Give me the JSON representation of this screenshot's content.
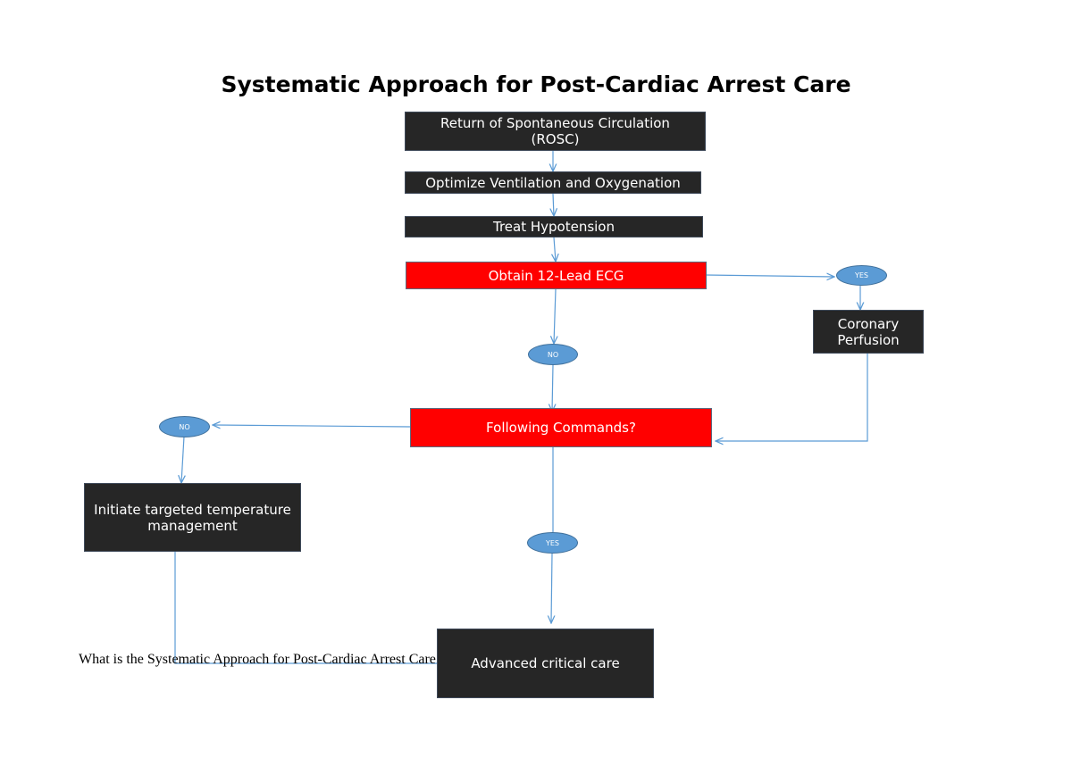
{
  "title": "Systematic Approach for Post-Cardiac Arrest Care",
  "caption": "What is the Systematic Approach for Post-Cardiac Arrest Care",
  "nodes": {
    "rosc_line1": "Return of Spontaneous Circulation",
    "rosc_line2": "(ROSC)",
    "ventilation": "Optimize Ventilation and Oxygenation",
    "hypotension": "Treat Hypotension",
    "ecg": "Obtain 12-Lead ECG",
    "coronary_line1": "Coronary",
    "coronary_line2": "Perfusion",
    "commands": "Following Commands?",
    "ttm_line1": "Initiate targeted temperature",
    "ttm_line2": "management",
    "critical_care": "Advanced critical care"
  },
  "decisions": {
    "ecg_yes": "YES",
    "ecg_no": "NO",
    "commands_no": "NO",
    "commands_yes": "YES"
  },
  "colors": {
    "dark_box": "#262626",
    "red_box": "#ff0000",
    "decision_oval": "#5b9bd5",
    "connector": "#5b9bd5"
  }
}
